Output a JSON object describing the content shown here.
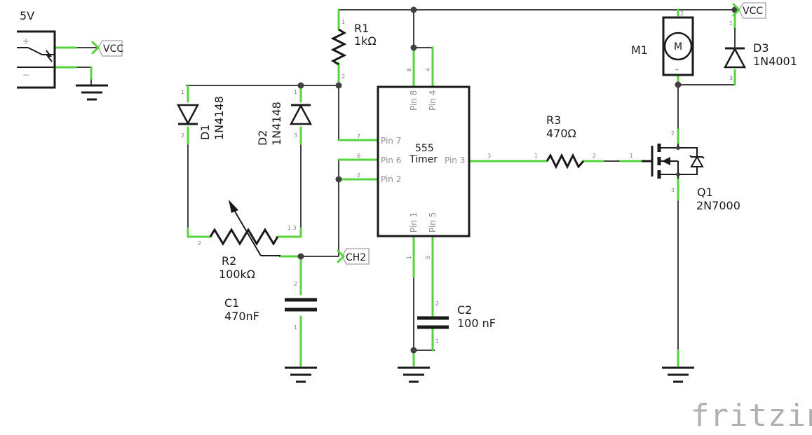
{
  "power_supply": {
    "label": "5V",
    "plus": "+",
    "minus": "−"
  },
  "net_labels": {
    "vcc_left": "VCC",
    "vcc_right": "VCC",
    "ch2": "CH2"
  },
  "resistors": {
    "r1": {
      "ref": "R1",
      "value": "1kΩ",
      "pin_a": "1",
      "pin_b": "2"
    },
    "r2": {
      "ref": "R2",
      "value": "100kΩ",
      "pin_a": "2",
      "pin_b": "1 3"
    },
    "r3": {
      "ref": "R3",
      "value": "470Ω",
      "pin_a": "1",
      "pin_b": "2"
    }
  },
  "diodes": {
    "d1": {
      "ref": "D1",
      "value": "1N4148",
      "pin_a": "1",
      "pin_b": "2"
    },
    "d2": {
      "ref": "D2",
      "value": "1N4148",
      "pin_a": "1",
      "pin_b": "3"
    },
    "d3": {
      "ref": "D3",
      "value": "1N4001",
      "pin_a": "1",
      "pin_b": "3"
    }
  },
  "capacitors": {
    "c1": {
      "ref": "C1",
      "value": "470nF",
      "pin_a": "2",
      "pin_b": "1"
    },
    "c2": {
      "ref": "C2",
      "value": "100 nF",
      "pin_a": "2",
      "pin_b": "1"
    }
  },
  "motor": {
    "ref": "M1",
    "symbol": "M",
    "pin_top": "2",
    "pin_bottom": "+"
  },
  "mosfet": {
    "ref": "Q1",
    "value": "2N7000",
    "pin_gate": "1",
    "pin_drain": "2",
    "pin_source": "3"
  },
  "timer": {
    "title": "555",
    "subtitle": "Timer",
    "pins": {
      "p8": {
        "label": "Pin 8",
        "num": "8"
      },
      "p4": {
        "label": "Pin 4",
        "num": "4"
      },
      "p7": {
        "label": "Pin 7",
        "num": "7"
      },
      "p6": {
        "label": "Pin 6",
        "num": "6"
      },
      "p2": {
        "label": "Pin 2",
        "num": "2"
      },
      "p3": {
        "label": "Pin 3",
        "num": "3"
      },
      "p1": {
        "label": "Pin 1",
        "num": "1"
      },
      "p5": {
        "label": "Pin 5",
        "num": "5"
      }
    }
  },
  "watermark": "fritzing",
  "colors": {
    "wire": "#404040",
    "pin": "#55d43c",
    "component": "#1a1a1a",
    "watermark": "#b0b0b0"
  }
}
